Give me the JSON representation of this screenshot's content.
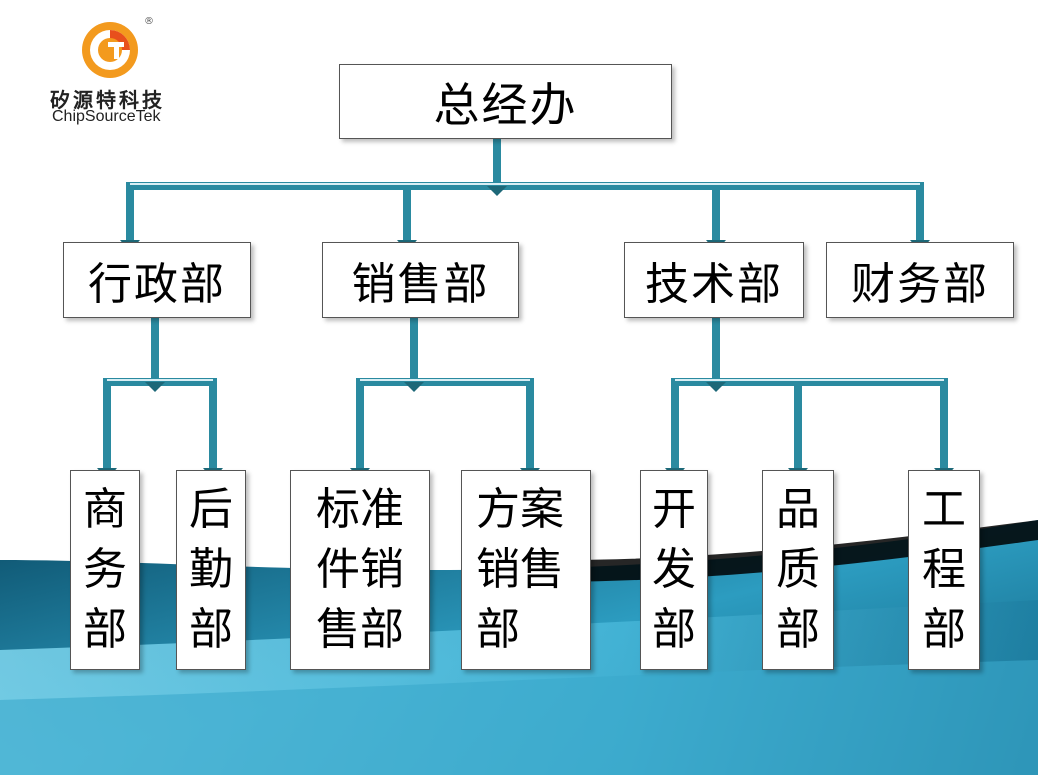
{
  "logo": {
    "company_cn": "矽源特科技",
    "company_en": "ChipSourceTek",
    "registered_mark": "®",
    "mark_icon": "letter-g-swirl-icon",
    "mark_colors": [
      "#f39a1e",
      "#e8501c"
    ]
  },
  "org_chart": {
    "root": "总经办",
    "departments": [
      "行政部",
      "销售部",
      "技术部",
      "财务部"
    ],
    "admin_sub": [
      "商务部",
      "后勤部"
    ],
    "sales_sub": [
      "标准件销售部",
      "方案销售部"
    ],
    "tech_sub": [
      "开发部",
      "品质部",
      "工程部"
    ]
  },
  "colors": {
    "connector": "#2a8aa0",
    "connector_dark": "#1d6878",
    "background_wave_dark": "#0c4f6a",
    "background_wave_light": "#6fd0ec"
  }
}
